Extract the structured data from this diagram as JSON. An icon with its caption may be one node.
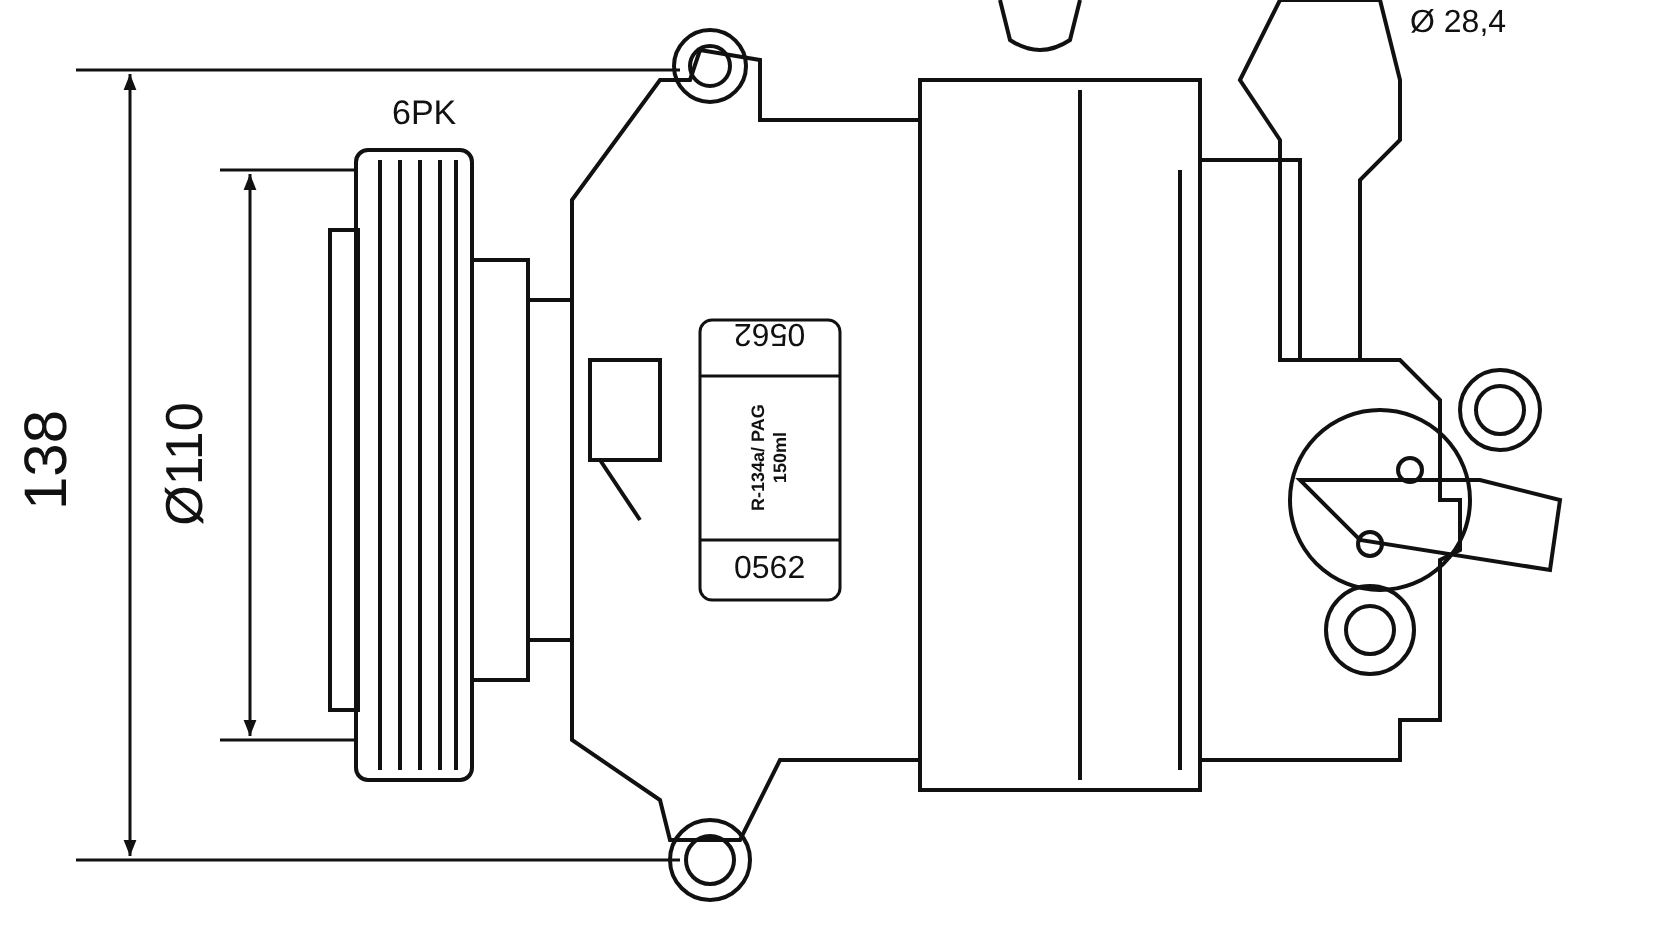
{
  "diagram": {
    "labels": [
      "Ø 28,4",
      "6PK",
      "138",
      "Ø110",
      "0562",
      "R-134a/ PAG 150ml",
      "0562"
    ]
  }
}
